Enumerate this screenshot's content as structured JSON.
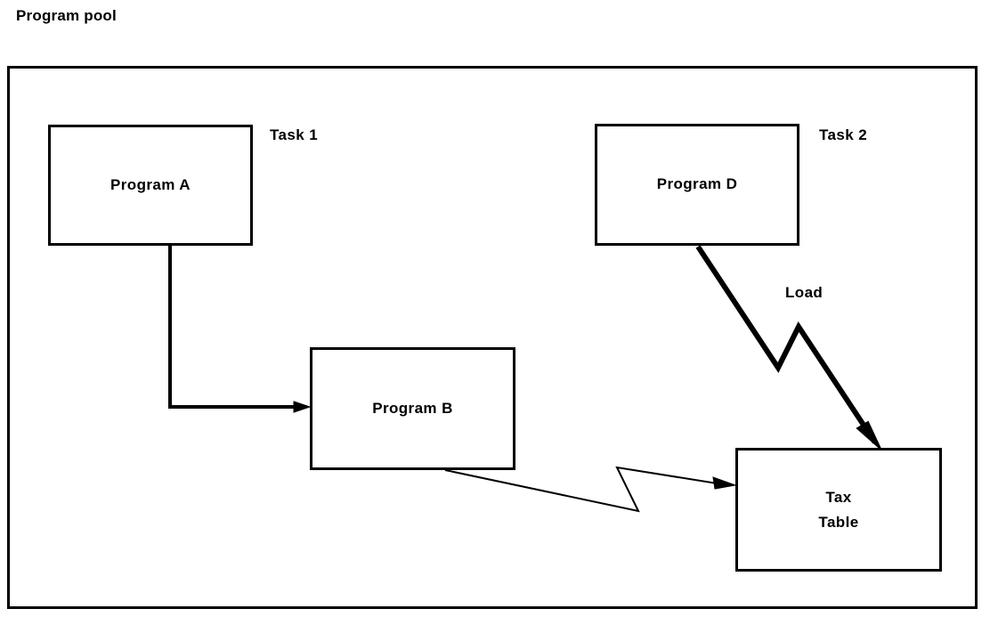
{
  "diagram": {
    "title": "Program pool",
    "nodes": [
      {
        "id": "program-a",
        "label": "Program A"
      },
      {
        "id": "program-d",
        "label": "Program D"
      },
      {
        "id": "program-b",
        "label": "Program B"
      },
      {
        "id": "tax-table",
        "label": "Tax\nTable"
      }
    ],
    "annotations": [
      {
        "id": "task-1",
        "label": "Task 1"
      },
      {
        "id": "task-2",
        "label": "Task 2"
      },
      {
        "id": "load",
        "label": "Load"
      }
    ],
    "edges": [
      {
        "id": "program-a-to-program-b",
        "from": "program-a",
        "to": "program-b",
        "style": "orthogonal",
        "label": ""
      },
      {
        "id": "program-d-to-tax-table",
        "from": "program-d",
        "to": "tax-table",
        "style": "zigzag-thick",
        "label": "Load"
      },
      {
        "id": "program-b-to-tax-table",
        "from": "program-b",
        "to": "tax-table",
        "style": "zigzag-thin",
        "label": ""
      }
    ],
    "colors": {
      "stroke": "#000000",
      "background": "#ffffff"
    }
  }
}
